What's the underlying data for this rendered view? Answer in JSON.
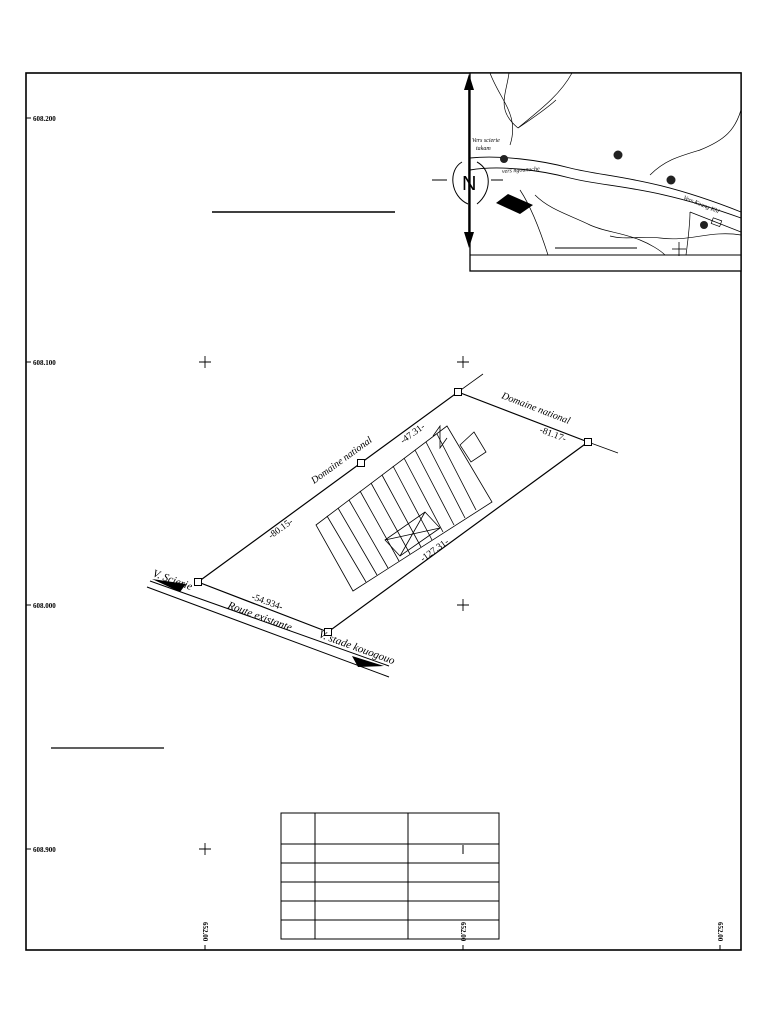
{
  "grid": {
    "northings": [
      "608.200",
      "608.100",
      "608.000",
      "608.900"
    ],
    "eastings": [
      "652.00",
      "652.00",
      "652.00"
    ]
  },
  "location_map": {
    "labels": {
      "scierie": "Vers scierie",
      "scierie_line2": "takam",
      "ngounuche": "vers ngounuche",
      "koung": "Vers Koung Khi"
    },
    "north_symbol": "N"
  },
  "plot": {
    "neighbours": {
      "north_west": "Domaine national",
      "north_east": "Domaine national"
    },
    "dimensions": {
      "side_nw": "-80.15-",
      "side_top_left": "-47.31-",
      "side_ne": "-81.17-",
      "side_se": "-127.31-",
      "side_sw": "-54.934-"
    },
    "road": {
      "name": "Route existante",
      "direction_left": "V. Scierie",
      "direction_right": "V. stade kouogouo"
    }
  }
}
